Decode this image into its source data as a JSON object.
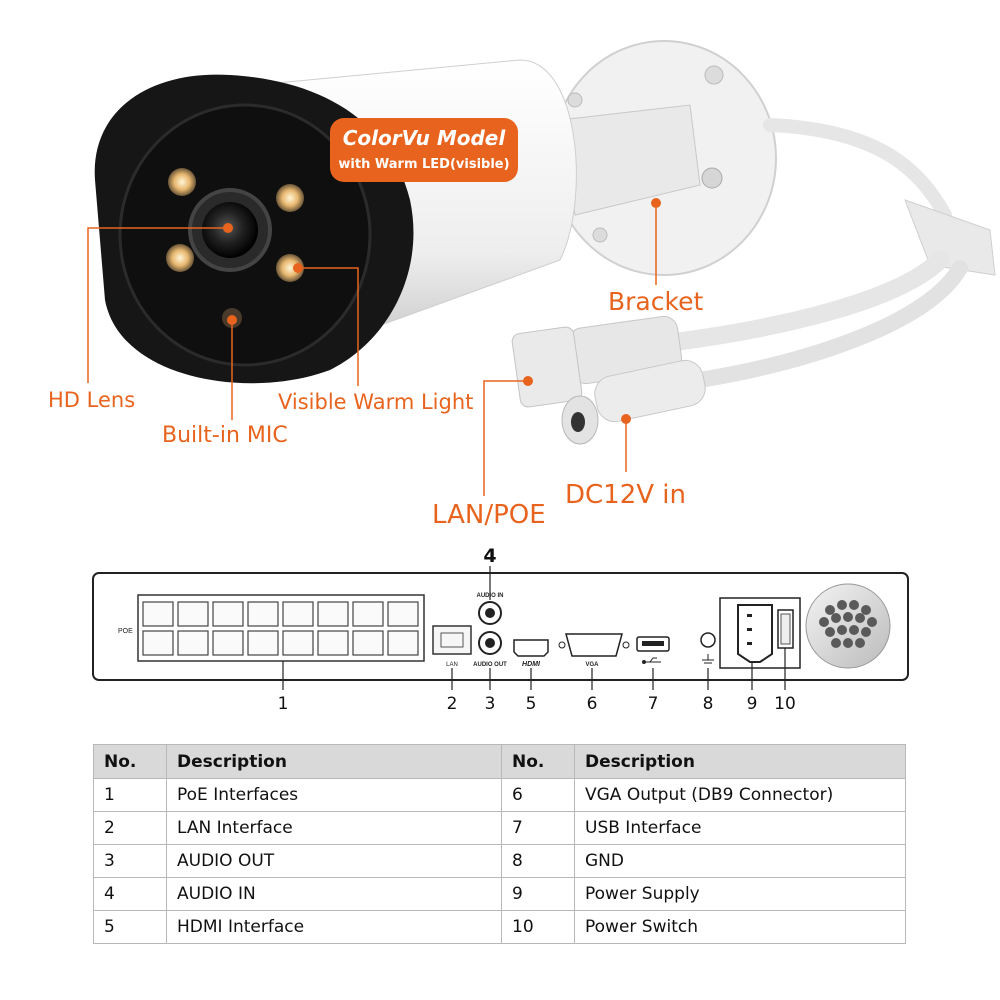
{
  "camera": {
    "badge_title": "ColorVu Model",
    "badge_subtitle": "with Warm LED(visible)",
    "callouts": {
      "bracket": "Bracket",
      "hd_lens": "HD Lens",
      "visible_warm_light": "Visible Warm Light",
      "builtin_mic": "Built-in MIC",
      "lan_poe": "LAN/POE",
      "dc12v": "DC12V in"
    }
  },
  "nvr_rear": {
    "port_labels": {
      "poe": "POE",
      "lan": "LAN",
      "audio_in": "AUDIO IN",
      "audio_out": "AUDIO OUT",
      "hdmi": "HDMI",
      "vga": "VGA"
    },
    "numbers": [
      "1",
      "2",
      "3",
      "4",
      "5",
      "6",
      "7",
      "8",
      "9",
      "10"
    ]
  },
  "table": {
    "headers": [
      "No.",
      "Description",
      "No.",
      "Description"
    ],
    "rows": [
      [
        "1",
        "PoE Interfaces",
        "6",
        "VGA Output (DB9 Connector)"
      ],
      [
        "2",
        "LAN Interface",
        "7",
        "USB Interface"
      ],
      [
        "3",
        "AUDIO OUT",
        "8",
        "GND"
      ],
      [
        "4",
        "AUDIO IN",
        "9",
        "Power Supply"
      ],
      [
        "5",
        "HDMI Interface",
        "10",
        "Power Switch"
      ]
    ]
  },
  "colors": {
    "accent": "#e8641e",
    "table_header_bg": "#d9d9d9",
    "camera_body": "#f2f2f2",
    "lens_ring": "#1a1a1a"
  }
}
